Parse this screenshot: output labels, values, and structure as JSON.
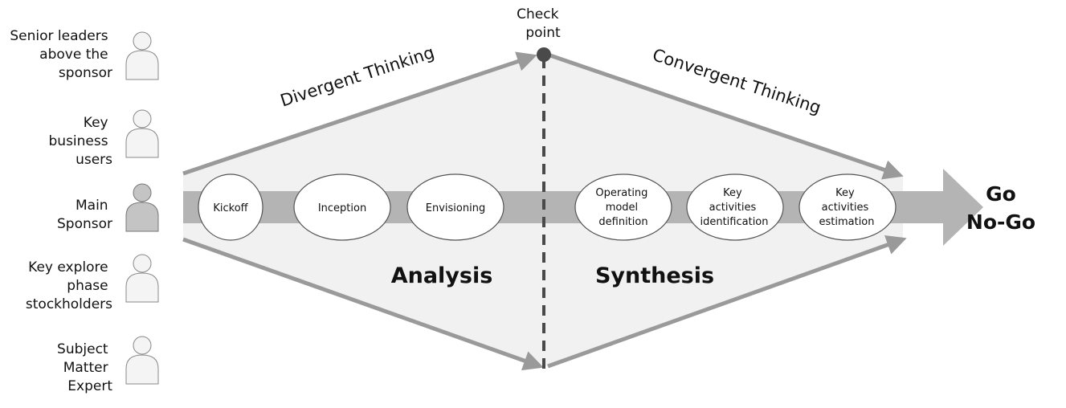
{
  "roles": [
    {
      "lines": [
        "Senior leaders",
        "above the",
        "sponsor"
      ],
      "icon": "person-icon",
      "fill": "#f4f4f4"
    },
    {
      "lines": [
        "Key",
        "business",
        "users"
      ],
      "icon": "person-icon",
      "fill": "#f4f4f4"
    },
    {
      "lines": [
        "Main",
        "Sponsor"
      ],
      "icon": "person-icon",
      "fill": "#c4c4c4"
    },
    {
      "lines": [
        "Key explore",
        "phase",
        "stockholders"
      ],
      "icon": "person-icon",
      "fill": "#f4f4f4"
    },
    {
      "lines": [
        "Subject",
        "Matter",
        "Expert"
      ],
      "icon": "person-icon",
      "fill": "#f4f4f4"
    }
  ],
  "checkpoint": {
    "lines": [
      "Check",
      "point"
    ]
  },
  "thinking": {
    "divergent": "Divergent Thinking",
    "convergent": "Convergent Thinking"
  },
  "stages": {
    "analysis": "Analysis",
    "synthesis": "Synthesis"
  },
  "phases": [
    {
      "id": "kickoff",
      "lines": [
        "Kickoff"
      ]
    },
    {
      "id": "inception",
      "lines": [
        "Inception"
      ]
    },
    {
      "id": "envisioning",
      "lines": [
        "Envisioning"
      ]
    },
    {
      "id": "operating-model-definition",
      "lines": [
        "Operating",
        "model",
        "definition"
      ]
    },
    {
      "id": "key-activities-identification",
      "lines": [
        "Key",
        "activities",
        "identification"
      ]
    },
    {
      "id": "key-activities-estimation",
      "lines": [
        "Key",
        "activities",
        "estimation"
      ]
    }
  ],
  "decision": {
    "go": "Go",
    "nogo": "No-Go"
  },
  "colors": {
    "diamond_fill": "#f1f1f1",
    "arrow": "#9a9a9a",
    "band": "#b4b4b4",
    "checkpoint_line": "#4a4a4a",
    "ellipse_fill": "#ffffff",
    "ellipse_stroke": "#555555"
  }
}
